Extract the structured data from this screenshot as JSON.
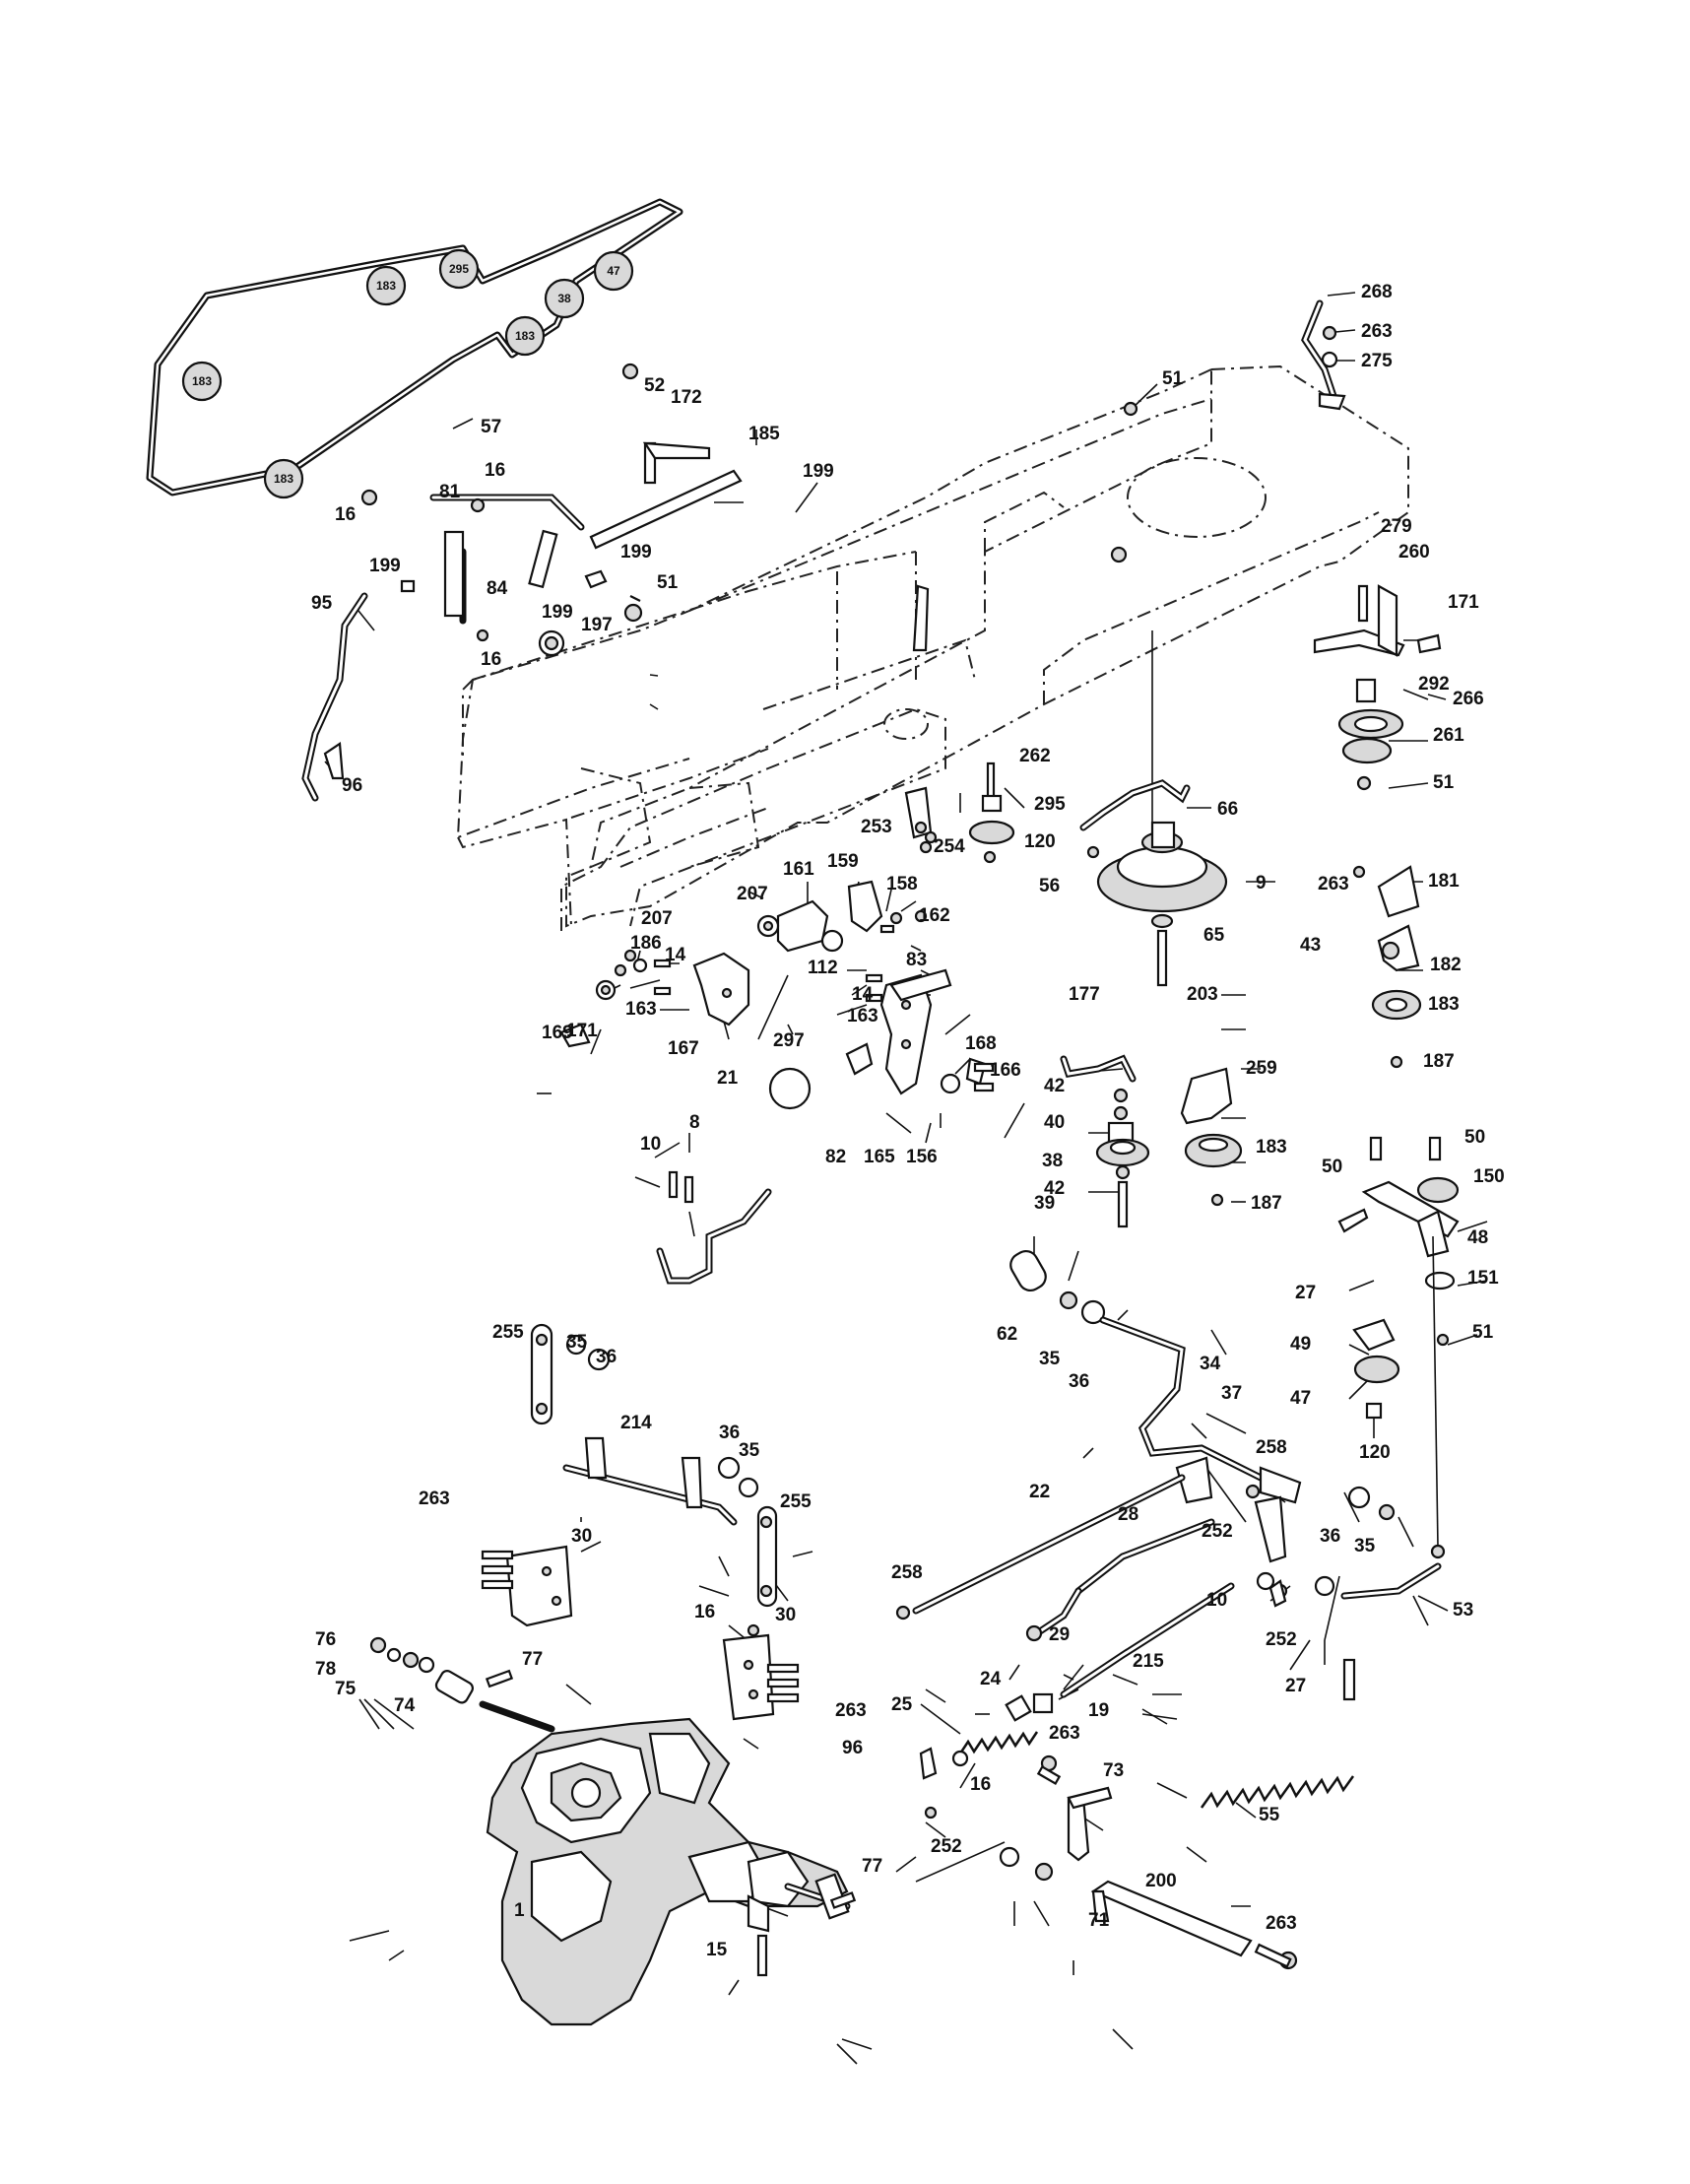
{
  "pulley_labels": [
    "295",
    "47",
    "183",
    "38",
    "183",
    "183",
    "183"
  ],
  "callouts": [
    {
      "id": "c-268",
      "text": "268"
    },
    {
      "id": "c-263a",
      "text": "263"
    },
    {
      "id": "c-275",
      "text": "275"
    },
    {
      "id": "c-51a",
      "text": "51"
    },
    {
      "id": "c-57",
      "text": "57"
    },
    {
      "id": "c-52",
      "text": "52"
    },
    {
      "id": "c-172",
      "text": "172"
    },
    {
      "id": "c-185",
      "text": "185"
    },
    {
      "id": "c-199a",
      "text": "199"
    },
    {
      "id": "c-81",
      "text": "81"
    },
    {
      "id": "c-16a",
      "text": "16"
    },
    {
      "id": "c-16b",
      "text": "16"
    },
    {
      "id": "c-199b",
      "text": "199"
    },
    {
      "id": "c-199c",
      "text": "199"
    },
    {
      "id": "c-51b",
      "text": "51"
    },
    {
      "id": "c-84",
      "text": "84"
    },
    {
      "id": "c-199d",
      "text": "199"
    },
    {
      "id": "c-197",
      "text": "197"
    },
    {
      "id": "c-16c",
      "text": "16"
    },
    {
      "id": "c-95",
      "text": "95"
    },
    {
      "id": "c-96a",
      "text": "96"
    },
    {
      "id": "c-279",
      "text": "279"
    },
    {
      "id": "c-260",
      "text": "260"
    },
    {
      "id": "c-171a",
      "text": "171"
    },
    {
      "id": "c-292",
      "text": "292"
    },
    {
      "id": "c-266",
      "text": "266"
    },
    {
      "id": "c-261",
      "text": "261"
    },
    {
      "id": "c-51c",
      "text": "51"
    },
    {
      "id": "c-262",
      "text": "262"
    },
    {
      "id": "c-295",
      "text": "295"
    },
    {
      "id": "c-66",
      "text": "66"
    },
    {
      "id": "c-253",
      "text": "253"
    },
    {
      "id": "c-254",
      "text": "254"
    },
    {
      "id": "c-120a",
      "text": "120"
    },
    {
      "id": "c-56",
      "text": "56"
    },
    {
      "id": "c-9",
      "text": "9"
    },
    {
      "id": "c-263b",
      "text": "263"
    },
    {
      "id": "c-181",
      "text": "181"
    },
    {
      "id": "c-161",
      "text": "161"
    },
    {
      "id": "c-159",
      "text": "159"
    },
    {
      "id": "c-158",
      "text": "158"
    },
    {
      "id": "c-207a",
      "text": "207"
    },
    {
      "id": "c-207b",
      "text": "207"
    },
    {
      "id": "c-162",
      "text": "162"
    },
    {
      "id": "c-186",
      "text": "186"
    },
    {
      "id": "c-14a",
      "text": "14"
    },
    {
      "id": "c-112",
      "text": "112"
    },
    {
      "id": "c-83",
      "text": "83"
    },
    {
      "id": "c-65",
      "text": "65"
    },
    {
      "id": "c-43",
      "text": "43"
    },
    {
      "id": "c-182",
      "text": "182"
    },
    {
      "id": "c-14b",
      "text": "14"
    },
    {
      "id": "c-163a",
      "text": "163"
    },
    {
      "id": "c-163b",
      "text": "163"
    },
    {
      "id": "c-203",
      "text": "203"
    },
    {
      "id": "c-183a",
      "text": "183"
    },
    {
      "id": "c-169",
      "text": "169"
    },
    {
      "id": "c-171b",
      "text": "171"
    },
    {
      "id": "c-167",
      "text": "167"
    },
    {
      "id": "c-297",
      "text": "297"
    },
    {
      "id": "c-177",
      "text": "177"
    },
    {
      "id": "c-168",
      "text": "168"
    },
    {
      "id": "c-259",
      "text": "259"
    },
    {
      "id": "c-187a",
      "text": "187"
    },
    {
      "id": "c-21",
      "text": "21"
    },
    {
      "id": "c-42a",
      "text": "42"
    },
    {
      "id": "c-166",
      "text": "166"
    },
    {
      "id": "c-8",
      "text": "8"
    },
    {
      "id": "c-82",
      "text": "82"
    },
    {
      "id": "c-165",
      "text": "165"
    },
    {
      "id": "c-156",
      "text": "156"
    },
    {
      "id": "c-40",
      "text": "40"
    },
    {
      "id": "c-38",
      "text": "38"
    },
    {
      "id": "c-183b",
      "text": "183"
    },
    {
      "id": "c-50a",
      "text": "50"
    },
    {
      "id": "c-50b",
      "text": "50"
    },
    {
      "id": "c-10a",
      "text": "10"
    },
    {
      "id": "c-42b",
      "text": "42"
    },
    {
      "id": "c-150",
      "text": "150"
    },
    {
      "id": "c-39",
      "text": "39"
    },
    {
      "id": "c-187b",
      "text": "187"
    },
    {
      "id": "c-48",
      "text": "48"
    },
    {
      "id": "c-27a",
      "text": "27"
    },
    {
      "id": "c-151",
      "text": "151"
    },
    {
      "id": "c-62",
      "text": "62"
    },
    {
      "id": "c-35a",
      "text": "35"
    },
    {
      "id": "c-36a",
      "text": "36"
    },
    {
      "id": "c-49",
      "text": "49"
    },
    {
      "id": "c-51d",
      "text": "51"
    },
    {
      "id": "c-255a",
      "text": "255"
    },
    {
      "id": "c-35b",
      "text": "35"
    },
    {
      "id": "c-36b",
      "text": "36"
    },
    {
      "id": "c-34",
      "text": "34"
    },
    {
      "id": "c-47",
      "text": "47"
    },
    {
      "id": "c-37",
      "text": "37"
    },
    {
      "id": "c-214",
      "text": "214"
    },
    {
      "id": "c-36c",
      "text": "36"
    },
    {
      "id": "c-35c",
      "text": "35"
    },
    {
      "id": "c-258a",
      "text": "258"
    },
    {
      "id": "c-120b",
      "text": "120"
    },
    {
      "id": "c-255b",
      "text": "255"
    },
    {
      "id": "c-263c",
      "text": "263"
    },
    {
      "id": "c-22",
      "text": "22"
    },
    {
      "id": "c-28",
      "text": "28"
    },
    {
      "id": "c-36d",
      "text": "36"
    },
    {
      "id": "c-35d",
      "text": "35"
    },
    {
      "id": "c-30a",
      "text": "30"
    },
    {
      "id": "c-252a",
      "text": "252"
    },
    {
      "id": "c-258b",
      "text": "258"
    },
    {
      "id": "c-10b",
      "text": "10"
    },
    {
      "id": "c-53",
      "text": "53"
    },
    {
      "id": "c-16d",
      "text": "16"
    },
    {
      "id": "c-30b",
      "text": "30"
    },
    {
      "id": "c-29",
      "text": "29"
    },
    {
      "id": "c-252b",
      "text": "252"
    },
    {
      "id": "c-76",
      "text": "76"
    },
    {
      "id": "c-215",
      "text": "215"
    },
    {
      "id": "c-77a",
      "text": "77"
    },
    {
      "id": "c-78",
      "text": "78"
    },
    {
      "id": "c-75",
      "text": "75"
    },
    {
      "id": "c-24",
      "text": "24"
    },
    {
      "id": "c-27b",
      "text": "27"
    },
    {
      "id": "c-74",
      "text": "74"
    },
    {
      "id": "c-263d",
      "text": "263"
    },
    {
      "id": "c-25",
      "text": "25"
    },
    {
      "id": "c-19",
      "text": "19"
    },
    {
      "id": "c-263e",
      "text": "263"
    },
    {
      "id": "c-96b",
      "text": "96"
    },
    {
      "id": "c-73",
      "text": "73"
    },
    {
      "id": "c-16e",
      "text": "16"
    },
    {
      "id": "c-55",
      "text": "55"
    },
    {
      "id": "c-252c",
      "text": "252"
    },
    {
      "id": "c-77b",
      "text": "77"
    },
    {
      "id": "c-200",
      "text": "200"
    },
    {
      "id": "c-1",
      "text": "1"
    },
    {
      "id": "c-71",
      "text": "71"
    },
    {
      "id": "c-15",
      "text": "15"
    },
    {
      "id": "c-263f",
      "text": "263"
    }
  ]
}
